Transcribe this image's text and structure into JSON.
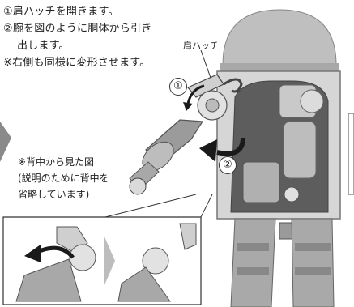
{
  "instructions": {
    "step1": "①肩ハッチを開きます。",
    "step2_line1": "②腕を図のように胴体から引き",
    "step2_line2": "出します。",
    "step3": "※右側も同様に変形させます。"
  },
  "callout_label": "肩ハッチ",
  "step_markers": {
    "one": "①",
    "two": "②"
  },
  "note": {
    "line1": "※背中から見た図",
    "line2": "(説明のために背中を",
    "line3": "省略しています)"
  },
  "colors": {
    "robot_gray": "#bdbdbd",
    "dark_gray": "#6e6e6e",
    "arrow": "#1a1a1a"
  }
}
